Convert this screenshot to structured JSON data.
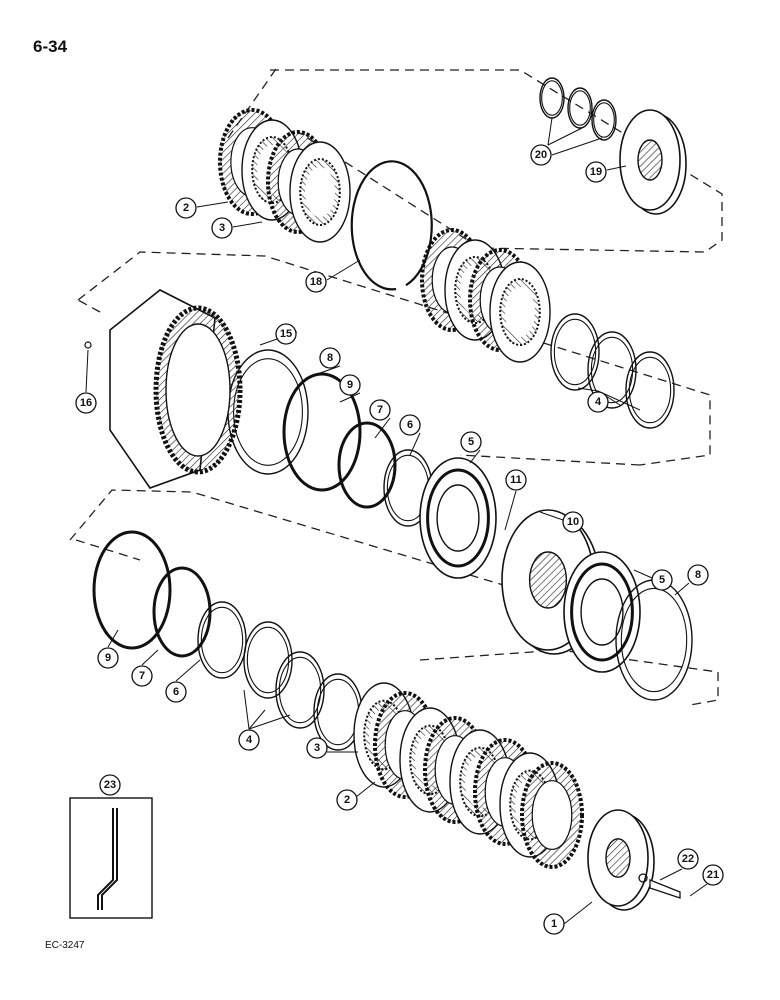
{
  "page_number": "6-34",
  "figure_code": "EC-3247",
  "callouts": [
    "2",
    "3",
    "18",
    "20",
    "19",
    "15",
    "16",
    "8",
    "9",
    "7",
    "6",
    "5",
    "11",
    "4",
    "10",
    "5",
    "8",
    "9",
    "7",
    "6",
    "4",
    "3",
    "2",
    "1",
    "22",
    "21",
    "23"
  ]
}
